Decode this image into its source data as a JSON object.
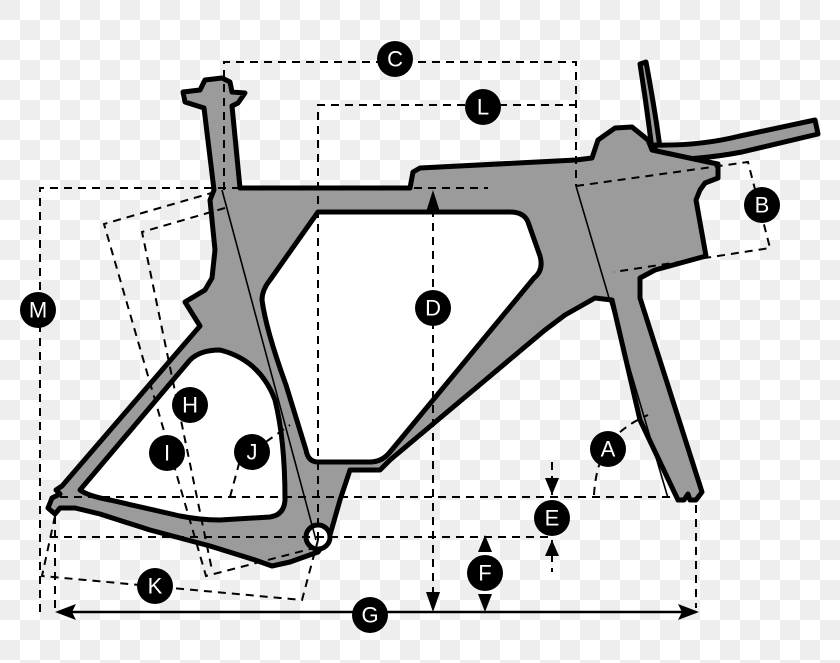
{
  "diagram": {
    "title": "Triathlon bike frame geometry diagram",
    "background": "transparency-checkerboard",
    "colors": {
      "frame_fill": "#9b9b9b",
      "outline": "#000000",
      "badge_fill": "#000000",
      "badge_text": "#ffffff",
      "checker_light": "#ffffff",
      "checker_dark": "#eeeeee"
    },
    "labels": [
      {
        "id": "A",
        "text": "A",
        "meaning": "head-tube-angle"
      },
      {
        "id": "B",
        "text": "B",
        "meaning": "head-tube-length"
      },
      {
        "id": "C",
        "text": "C",
        "meaning": "effective-top-tube-length"
      },
      {
        "id": "D",
        "text": "D",
        "meaning": "stack-height"
      },
      {
        "id": "E",
        "text": "E",
        "meaning": "bottom-bracket-drop"
      },
      {
        "id": "F",
        "text": "F",
        "meaning": "bottom-bracket-height"
      },
      {
        "id": "G",
        "text": "G",
        "meaning": "wheelbase"
      },
      {
        "id": "H",
        "text": "H",
        "meaning": "seat-tube-length"
      },
      {
        "id": "I",
        "text": "I",
        "meaning": "seat-tube-angle"
      },
      {
        "id": "J",
        "text": "J",
        "meaning": "seat-tube-length-effective"
      },
      {
        "id": "K",
        "text": "K",
        "meaning": "chainstay-length"
      },
      {
        "id": "L",
        "text": "L",
        "meaning": "reach"
      },
      {
        "id": "M",
        "text": "M",
        "meaning": "standover-height"
      }
    ]
  }
}
